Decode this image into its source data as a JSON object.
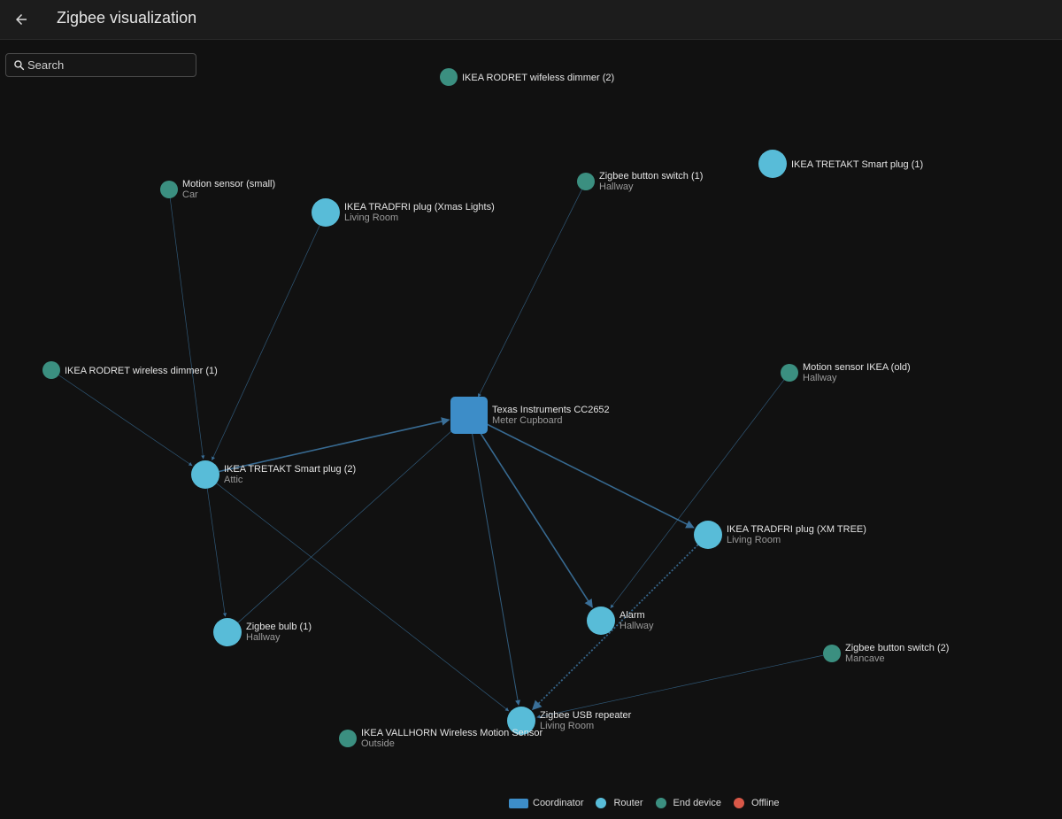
{
  "header": {
    "title": "Zigbee visualization",
    "back_icon": "arrow-left-icon"
  },
  "search": {
    "placeholder": "Search",
    "value": "",
    "icon": "search-icon"
  },
  "colors": {
    "coordinator": "#3d8dc8",
    "router": "#58bcd8",
    "end_device": "#3b8f80",
    "offline": "#d95848",
    "link": "#3a6f98",
    "background": "#111111"
  },
  "legend": [
    {
      "type": "coordinator",
      "label": "Coordinator"
    },
    {
      "type": "router",
      "label": "Router"
    },
    {
      "type": "end_device",
      "label": "End device"
    },
    {
      "type": "offline",
      "label": "Offline"
    }
  ],
  "nodes": [
    {
      "id": "coord",
      "name": "Texas Instruments CC2652",
      "area": "Meter Cupboard",
      "type": "coordinator"
    },
    {
      "id": "rodret2",
      "name": "IKEA RODRET wifeless dimmer (2)",
      "area": "",
      "type": "end_device"
    },
    {
      "id": "tretakt1",
      "name": "IKEA TRETAKT Smart plug (1)",
      "area": "",
      "type": "router"
    },
    {
      "id": "btn1",
      "name": "Zigbee button switch (1)",
      "area": "Hallway",
      "type": "end_device"
    },
    {
      "id": "motion_small",
      "name": "Motion sensor (small)",
      "area": "Car",
      "type": "end_device"
    },
    {
      "id": "xmas",
      "name": "IKEA TRADFRI plug (Xmas Lights)",
      "area": "Living Room",
      "type": "router"
    },
    {
      "id": "rodret1",
      "name": "IKEA RODRET wireless dimmer (1)",
      "area": "",
      "type": "end_device"
    },
    {
      "id": "motion_ikea",
      "name": "Motion sensor IKEA (old)",
      "area": "Hallway",
      "type": "end_device"
    },
    {
      "id": "tretakt2",
      "name": "IKEA TRETAKT Smart plug (2)",
      "area": "Attic",
      "type": "router"
    },
    {
      "id": "xmtree",
      "name": "IKEA TRADFRI plug (XM TREE)",
      "area": "Living Room",
      "type": "router"
    },
    {
      "id": "alarm",
      "name": "Alarm",
      "area": "Hallway",
      "type": "router"
    },
    {
      "id": "bulb1",
      "name": "Zigbee bulb (1)",
      "area": "Hallway",
      "type": "router"
    },
    {
      "id": "btn2",
      "name": "Zigbee button switch (2)",
      "area": "Mancave",
      "type": "end_device"
    },
    {
      "id": "repeater",
      "name": "Zigbee USB repeater",
      "area": "Living Room",
      "type": "router"
    },
    {
      "id": "vallhorn",
      "name": "IKEA VALLHORN Wireless Motion Sensor",
      "area": "Outside",
      "type": "end_device"
    }
  ],
  "links": [
    {
      "source": "tretakt2",
      "target": "coord"
    },
    {
      "source": "coord",
      "target": "alarm"
    },
    {
      "source": "coord",
      "target": "xmtree"
    },
    {
      "source": "coord",
      "target": "repeater"
    },
    {
      "source": "btn1",
      "target": "coord"
    },
    {
      "source": "bulb1",
      "target": "coord"
    },
    {
      "source": "motion_small",
      "target": "tretakt2"
    },
    {
      "source": "xmas",
      "target": "tretakt2"
    },
    {
      "source": "rodret1",
      "target": "tretakt2"
    },
    {
      "source": "tretakt2",
      "target": "bulb1"
    },
    {
      "source": "tretakt2",
      "target": "repeater"
    },
    {
      "source": "motion_ikea",
      "target": "alarm"
    },
    {
      "source": "xmtree",
      "target": "repeater"
    },
    {
      "source": "btn2",
      "target": "repeater"
    }
  ]
}
